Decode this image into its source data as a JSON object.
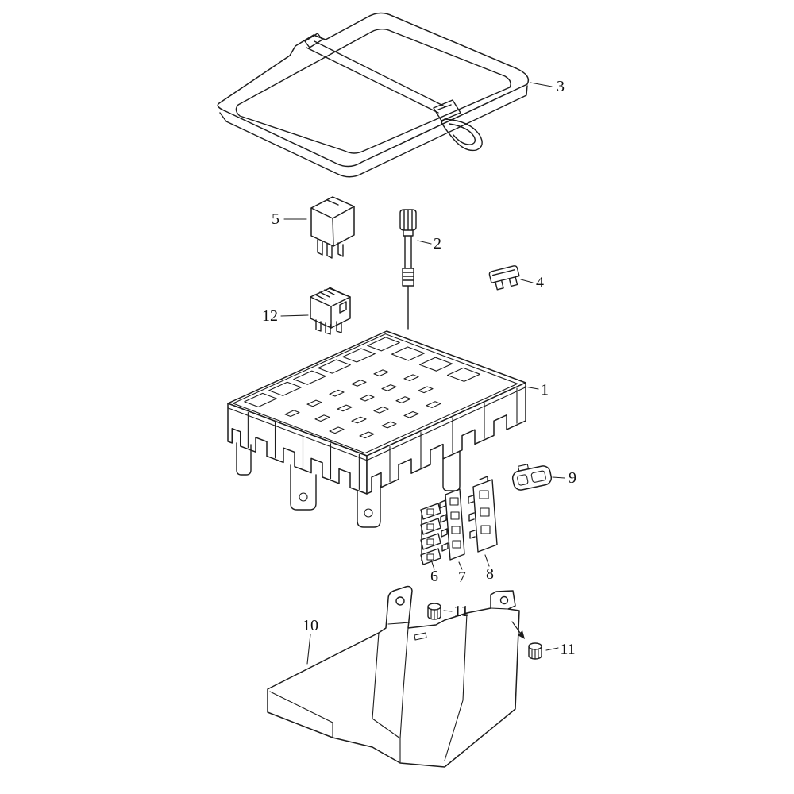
{
  "figure": {
    "kind": "exploded-parts-diagram",
    "colors": {
      "background": "#ffffff",
      "line": "#1d1d1d",
      "label_text": "#111111"
    }
  },
  "labels": [
    {
      "part": "cover",
      "text": "3"
    },
    {
      "part": "relay",
      "text": "5"
    },
    {
      "part": "pin",
      "text": "2"
    },
    {
      "part": "blade-fuse",
      "text": "4"
    },
    {
      "part": "micro-relay",
      "text": "12"
    },
    {
      "part": "fuse-carrier",
      "text": "1"
    },
    {
      "part": "connector",
      "text": "9"
    },
    {
      "part": "terminal-stack",
      "text": "6"
    },
    {
      "part": "terminal-strip",
      "text": "7"
    },
    {
      "part": "terminal-block",
      "text": "8"
    },
    {
      "part": "nut-upper",
      "text": "11"
    },
    {
      "part": "bracket",
      "text": "10"
    },
    {
      "part": "nut-lower",
      "text": "11"
    }
  ]
}
